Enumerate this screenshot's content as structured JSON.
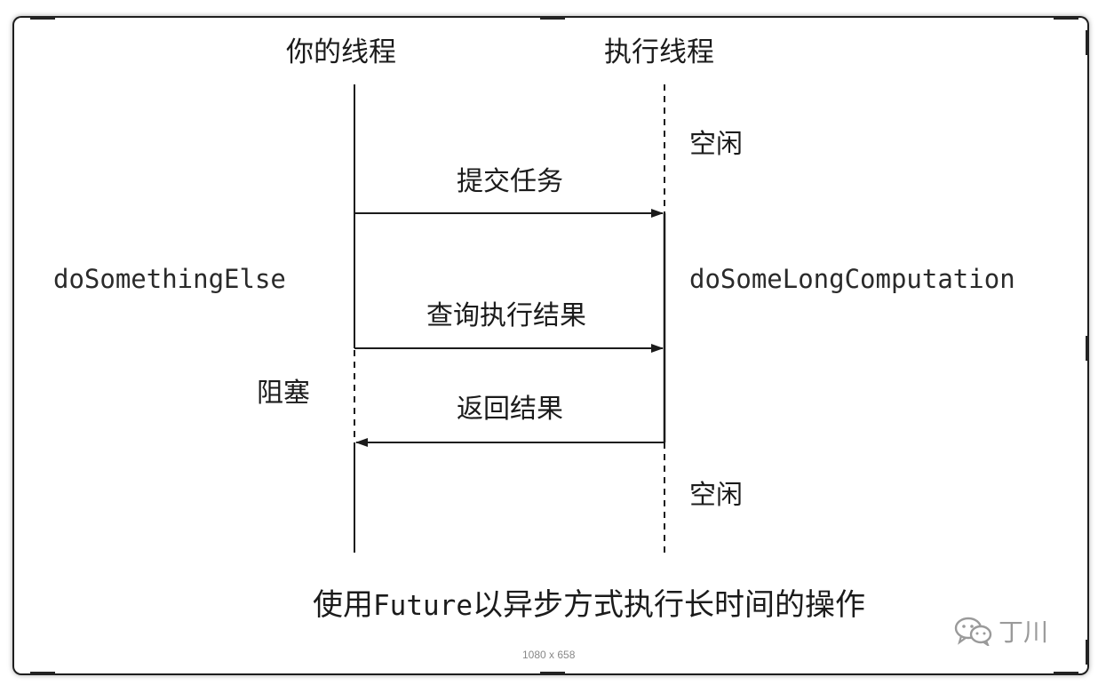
{
  "diagram": {
    "lanes": {
      "your_thread": "你的线程",
      "exec_thread": "执行线程"
    },
    "state_labels": {
      "idle_top": "空闲",
      "idle_bottom": "空闲",
      "blocked": "阻塞",
      "do_something_else": "doSomethingElse",
      "long_computation": "doSomeLongComputation"
    },
    "messages": {
      "submit_task": "提交任务",
      "query_result": "查询执行结果",
      "return_result": "返回结果"
    },
    "caption": {
      "prefix": "使用",
      "code": "Future",
      "suffix": "以异步方式执行长时间的操作"
    }
  },
  "footer": {
    "dimensions": "1080 x 658",
    "watermark": "丁川"
  },
  "colors": {
    "line": "#1b1b1b",
    "frame": "#1e1e1e",
    "watermark": "#9a9a9a"
  }
}
